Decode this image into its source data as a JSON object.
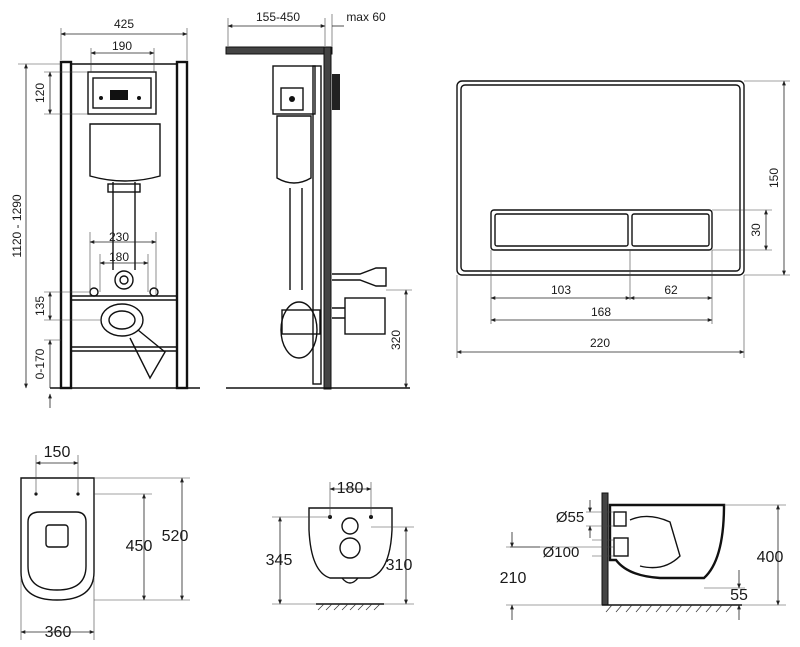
{
  "frame_front": {
    "width": "425",
    "top_width": "190",
    "top_height": "120",
    "total_height": "1120 - 1290",
    "pipe_spacing_outer": "230",
    "pipe_spacing_inner": "180",
    "outlet_height": "135",
    "foot_adjust": "0-170"
  },
  "frame_side": {
    "depth_range": "155-450",
    "max_wall": "max 60",
    "outlet_height": "320"
  },
  "flush_plate": {
    "height": "150",
    "button_height": "30",
    "left_button_width": "103",
    "right_button_width": "62",
    "buttons_total_width": "168",
    "total_width": "220"
  },
  "bowl_top": {
    "hole_spacing": "150",
    "length_inner": "450",
    "length_outer": "520",
    "width": "360"
  },
  "bowl_back": {
    "hole_spacing": "180",
    "left_height": "345",
    "right_height": "310"
  },
  "bowl_side": {
    "inlet_diameter": "Ø55",
    "outlet_diameter": "Ø100",
    "outlet_height": "210",
    "height": "400",
    "bottom_offset": "55"
  }
}
